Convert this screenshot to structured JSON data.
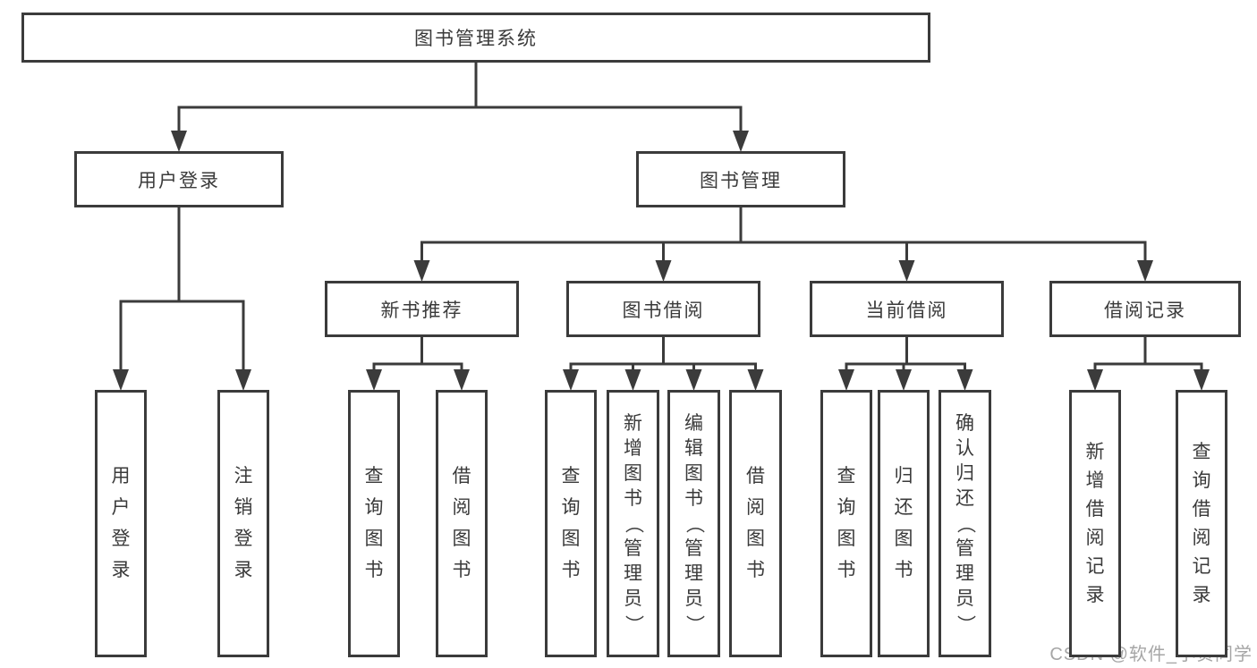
{
  "diagram": {
    "title": "图书管理系统",
    "nodes": [
      {
        "id": "root",
        "label": "图书管理系统",
        "orientation": "h",
        "parent": null
      },
      {
        "id": "user-login",
        "label": "用户登录",
        "orientation": "h",
        "parent": "root"
      },
      {
        "id": "book-mgmt",
        "label": "图书管理",
        "orientation": "h",
        "parent": "root"
      },
      {
        "id": "new-book-rec",
        "label": "新书推荐",
        "orientation": "h",
        "parent": "book-mgmt"
      },
      {
        "id": "book-borrow",
        "label": "图书借阅",
        "orientation": "h",
        "parent": "book-mgmt"
      },
      {
        "id": "current-borrow",
        "label": "当前借阅",
        "orientation": "h",
        "parent": "book-mgmt"
      },
      {
        "id": "borrow-record",
        "label": "借阅记录",
        "orientation": "h",
        "parent": "book-mgmt"
      },
      {
        "id": "leaf-user-login",
        "label": "用户登录",
        "orientation": "v",
        "parent": "user-login"
      },
      {
        "id": "leaf-logout",
        "label": "注销登录",
        "orientation": "v",
        "parent": "user-login"
      },
      {
        "id": "leaf-query-book-1",
        "label": "查询图书",
        "orientation": "v",
        "parent": "new-book-rec"
      },
      {
        "id": "leaf-borrow-book-1",
        "label": "借阅图书",
        "orientation": "v",
        "parent": "new-book-rec"
      },
      {
        "id": "leaf-query-book-2",
        "label": "查询图书",
        "orientation": "v",
        "parent": "book-borrow"
      },
      {
        "id": "leaf-add-book",
        "label": "新增图书（管理员）",
        "orientation": "v",
        "parent": "book-borrow"
      },
      {
        "id": "leaf-edit-book",
        "label": "编辑图书（管理员）",
        "orientation": "v",
        "parent": "book-borrow"
      },
      {
        "id": "leaf-borrow-book-2",
        "label": "借阅图书",
        "orientation": "v",
        "parent": "book-borrow"
      },
      {
        "id": "leaf-query-book-3",
        "label": "查询图书",
        "orientation": "v",
        "parent": "current-borrow"
      },
      {
        "id": "leaf-return-book",
        "label": "归还图书",
        "orientation": "v",
        "parent": "current-borrow"
      },
      {
        "id": "leaf-confirm-return",
        "label": "确认归还（管理员）",
        "orientation": "v",
        "parent": "current-borrow"
      },
      {
        "id": "leaf-add-record",
        "label": "新增借阅记录",
        "orientation": "v",
        "parent": "borrow-record"
      },
      {
        "id": "leaf-query-record",
        "label": "查询借阅记录",
        "orientation": "v",
        "parent": "borrow-record"
      }
    ]
  },
  "watermark": "CSDN @软件_小贺同学",
  "colors": {
    "line": "#3b3b3b",
    "text": "#3a3a3a",
    "background": "#ffffff",
    "watermark": "#a6a6a6"
  }
}
